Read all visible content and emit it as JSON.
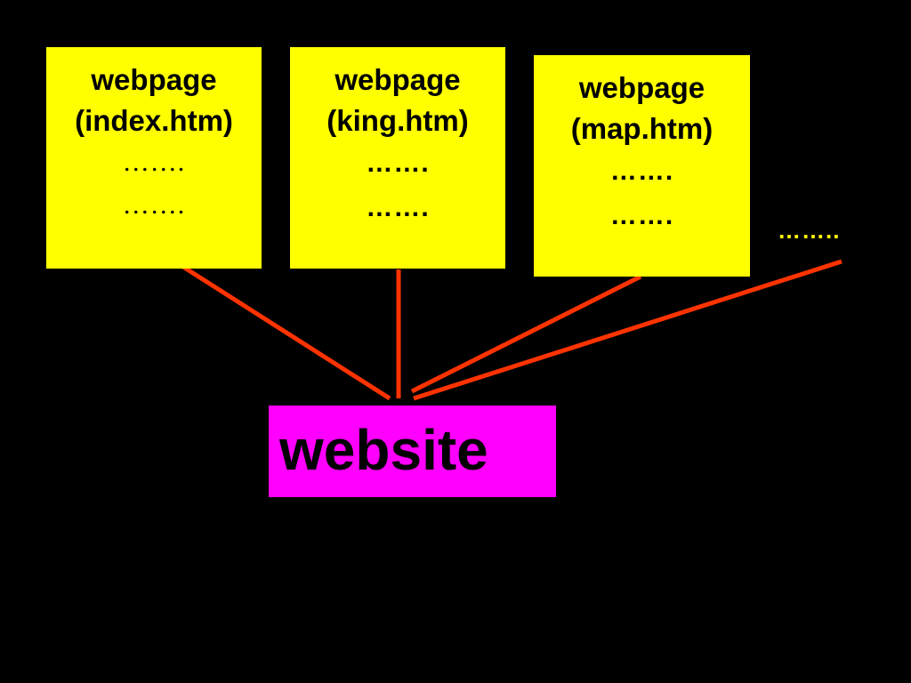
{
  "colors": {
    "background": "#000000",
    "page_box_fill": "#FFFF00",
    "website_box_fill": "#FF00FF",
    "connector": "#FF3300",
    "more_dots": "#FFFF00"
  },
  "pages": [
    {
      "title": "webpage",
      "file": "(index.htm)",
      "line1": "…….",
      "line2": "……."
    },
    {
      "title": "webpage",
      "file": "(king.htm)",
      "line1": "…….",
      "line2": "……."
    },
    {
      "title": "webpage",
      "file": "(map.htm)",
      "line1": "…….",
      "line2": "……."
    }
  ],
  "more_pages": "……..",
  "website": {
    "label": "website"
  }
}
